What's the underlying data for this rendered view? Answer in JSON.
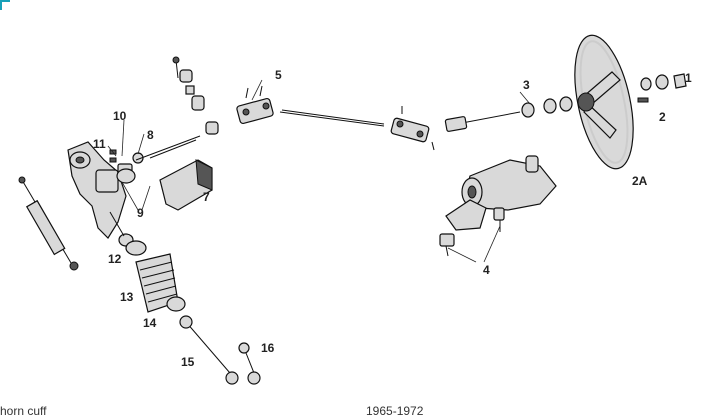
{
  "diagram": {
    "callouts": {
      "c1": "1",
      "c2": "2",
      "c2a": "2A",
      "c3": "3",
      "c4": "4",
      "c5": "5",
      "c7": "7",
      "c8": "8",
      "c9": "9",
      "c10": "10",
      "c11": "11",
      "c12": "12",
      "c13": "13",
      "c14": "14",
      "c15": "15",
      "c16": "16"
    },
    "captions": {
      "left": "horn cuff",
      "center": "1965-1972"
    }
  }
}
